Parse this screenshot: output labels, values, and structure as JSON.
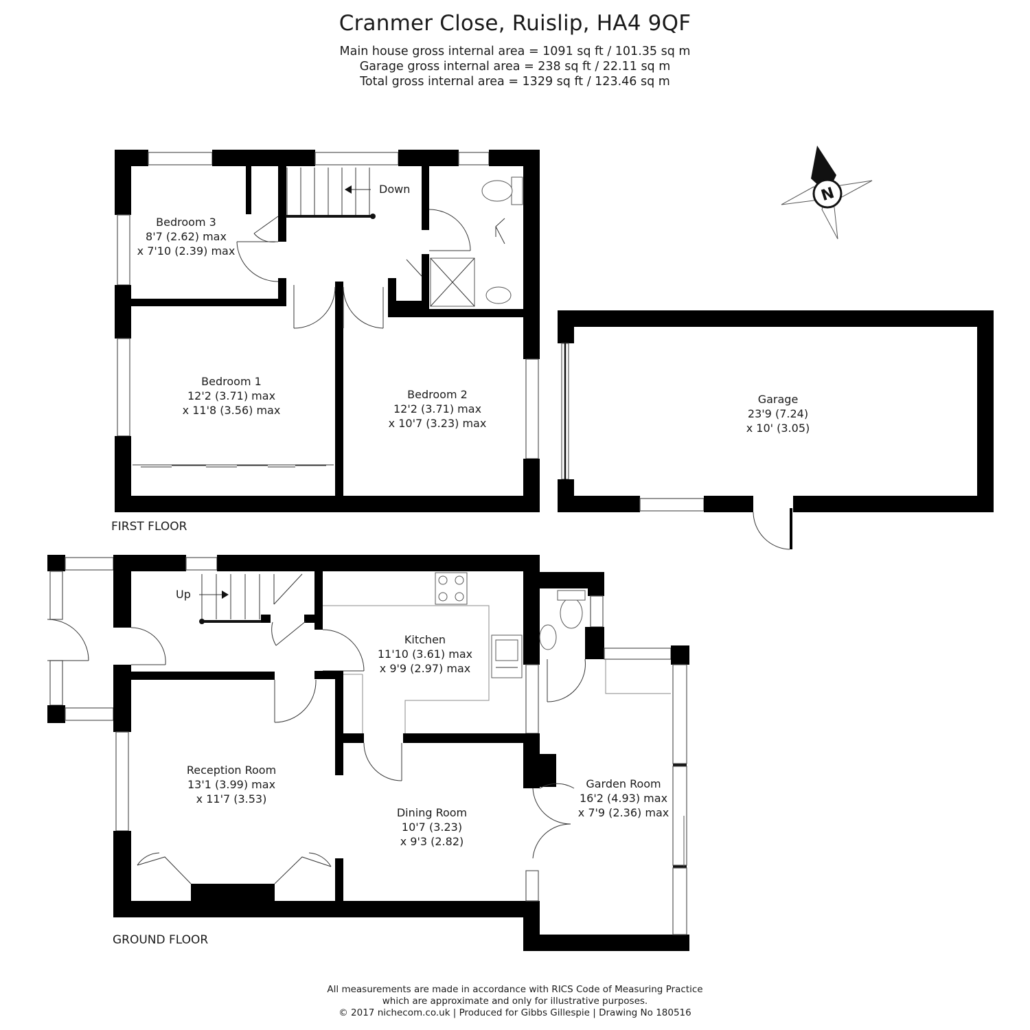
{
  "header": {
    "title": "Cranmer Close, Ruislip, HA4 9QF",
    "main_area": "Main house gross internal area =  1091 sq ft / 101.35 sq m",
    "garage_area": "Garage gross internal area = 238 sq ft / 22.11 sq m",
    "total_area": "Total gross internal area =  1329 sq ft / 123.46 sq m"
  },
  "floors": {
    "first": "FIRST FLOOR",
    "ground": "GROUND FLOOR"
  },
  "stairs": {
    "down": "Down",
    "up": "Up"
  },
  "compass": {
    "label": "N"
  },
  "rooms": {
    "bedroom3": {
      "name": "Bedroom 3",
      "dim1": "8'7 (2.62) max",
      "dim2": "x 7'10 (2.39) max"
    },
    "bedroom1": {
      "name": "Bedroom 1",
      "dim1": "12'2 (3.71) max",
      "dim2": "x 11'8 (3.56) max"
    },
    "bedroom2": {
      "name": "Bedroom 2",
      "dim1": "12'2 (3.71) max",
      "dim2": "x 10'7 (3.23) max"
    },
    "garage": {
      "name": "Garage",
      "dim1": "23'9 (7.24)",
      "dim2": "x 10' (3.05)"
    },
    "kitchen": {
      "name": "Kitchen",
      "dim1": "11'10 (3.61) max",
      "dim2": "x 9'9 (2.97) max"
    },
    "reception": {
      "name": "Reception Room",
      "dim1": "13'1 (3.99) max",
      "dim2": "x 11'7 (3.53)"
    },
    "dining": {
      "name": "Dining Room",
      "dim1": "10'7 (3.23)",
      "dim2": "x 9'3 (2.82)"
    },
    "garden": {
      "name": "Garden Room",
      "dim1": "16'2 (4.93) max",
      "dim2": "x 7'9 (2.36) max"
    }
  },
  "footer": {
    "line1": "All measurements are made in accordance with RICS Code of Measuring Practice",
    "line2": "which are approximate and only for illustrative purposes.",
    "line3": "© 2017 nichecom.co.uk  |  Produced for Gibbs Gillespie  |  Drawing No 180516"
  }
}
